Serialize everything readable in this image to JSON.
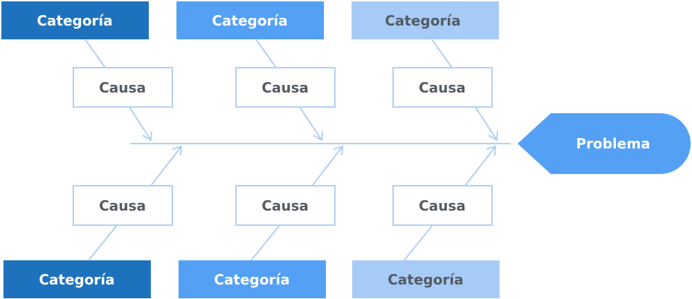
{
  "colors": {
    "dark": "#1e72bd",
    "medium": "#53a0f5",
    "light": "#a7cbf7",
    "line": "#aecff4",
    "cause_text": "#555b61",
    "light_text": "#555b61",
    "dark_text": "#ffffff"
  },
  "problem": {
    "label": "Problema",
    "color": "#53a0f5"
  },
  "top_row": [
    {
      "category": "Categoría",
      "cause": "Causa",
      "shade": "dark"
    },
    {
      "category": "Categoría",
      "cause": "Causa",
      "shade": "medium"
    },
    {
      "category": "Categoría",
      "cause": "Causa",
      "shade": "light"
    }
  ],
  "bottom_row": [
    {
      "category": "Categoría",
      "cause": "Causa",
      "shade": "dark"
    },
    {
      "category": "Categoría",
      "cause": "Causa",
      "shade": "medium"
    },
    {
      "category": "Categoría",
      "cause": "Causa",
      "shade": "light"
    }
  ]
}
